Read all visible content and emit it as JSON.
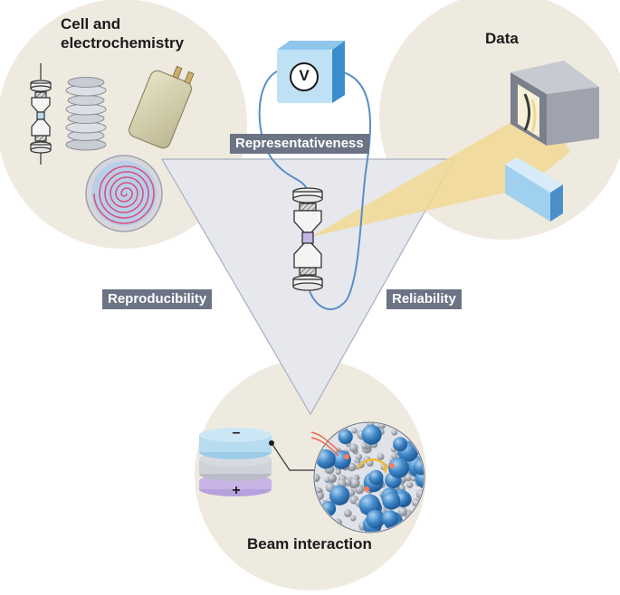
{
  "titles": {
    "cell": "Cell and\nelectrochemistry",
    "data": "Data",
    "beam": "Beam interaction"
  },
  "criteria": {
    "top": "Representativeness",
    "left": "Reproducibility",
    "right": "Reliability"
  },
  "meter_symbol": "V",
  "battery": {
    "minus": "–",
    "plus": "+"
  },
  "colors": {
    "circle_fill": "#efeae0",
    "triangle_fill": "#e6e8ee",
    "triangle_stroke": "#a9afbd",
    "tag_fill": "#6b7384",
    "wire": "#5a8fc4",
    "beam_yellow": "#f1d893",
    "particle_blue": "#3f86c6",
    "particle_gray": "#9aa0ab",
    "lilac": "#c9b4e6",
    "pale_blue": "#b7dcef"
  }
}
